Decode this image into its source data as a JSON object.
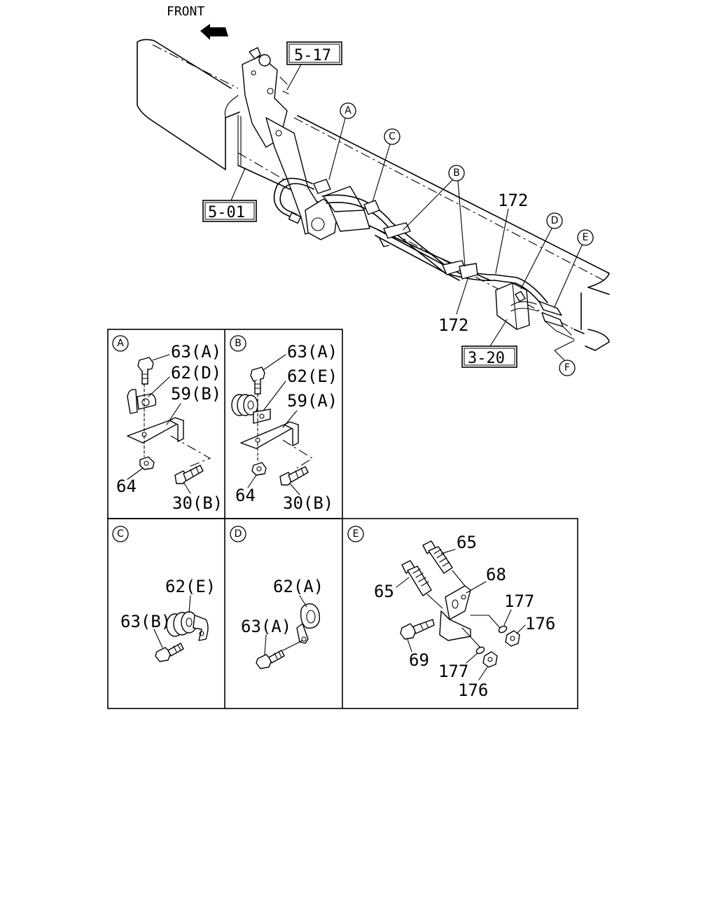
{
  "front_label": "FRONT",
  "main": {
    "refs": {
      "r1": "5-17",
      "r2": "5-01",
      "r3": "3-20"
    },
    "callouts": {
      "A": "A",
      "B": "B",
      "C": "C",
      "D": "D",
      "E": "E",
      "F": "F"
    },
    "part_labels": {
      "p172_top": "172",
      "p172_bottom": "172"
    }
  },
  "detail_A": {
    "letter": "A",
    "labels": {
      "bolt": "63(A)",
      "clip": "62(D)",
      "bracket": "59(B)",
      "nut": "64",
      "screw": "30(B)"
    }
  },
  "detail_B": {
    "letter": "B",
    "labels": {
      "bolt": "63(A)",
      "clip": "62(E)",
      "bracket": "59(A)",
      "nut": "64",
      "screw": "30(B)"
    }
  },
  "detail_C": {
    "letter": "C",
    "labels": {
      "clip": "62(E)",
      "bolt": "63(B)"
    }
  },
  "detail_D": {
    "letter": "D",
    "labels": {
      "clip": "62(A)",
      "bolt": "63(A)"
    }
  },
  "detail_E": {
    "letter": "E",
    "labels": {
      "fit1": "65",
      "fit2": "65",
      "bracket": "68",
      "washer1": "177",
      "nut1": "176",
      "bolt": "69",
      "washer2": "177",
      "nut2": "176"
    }
  }
}
